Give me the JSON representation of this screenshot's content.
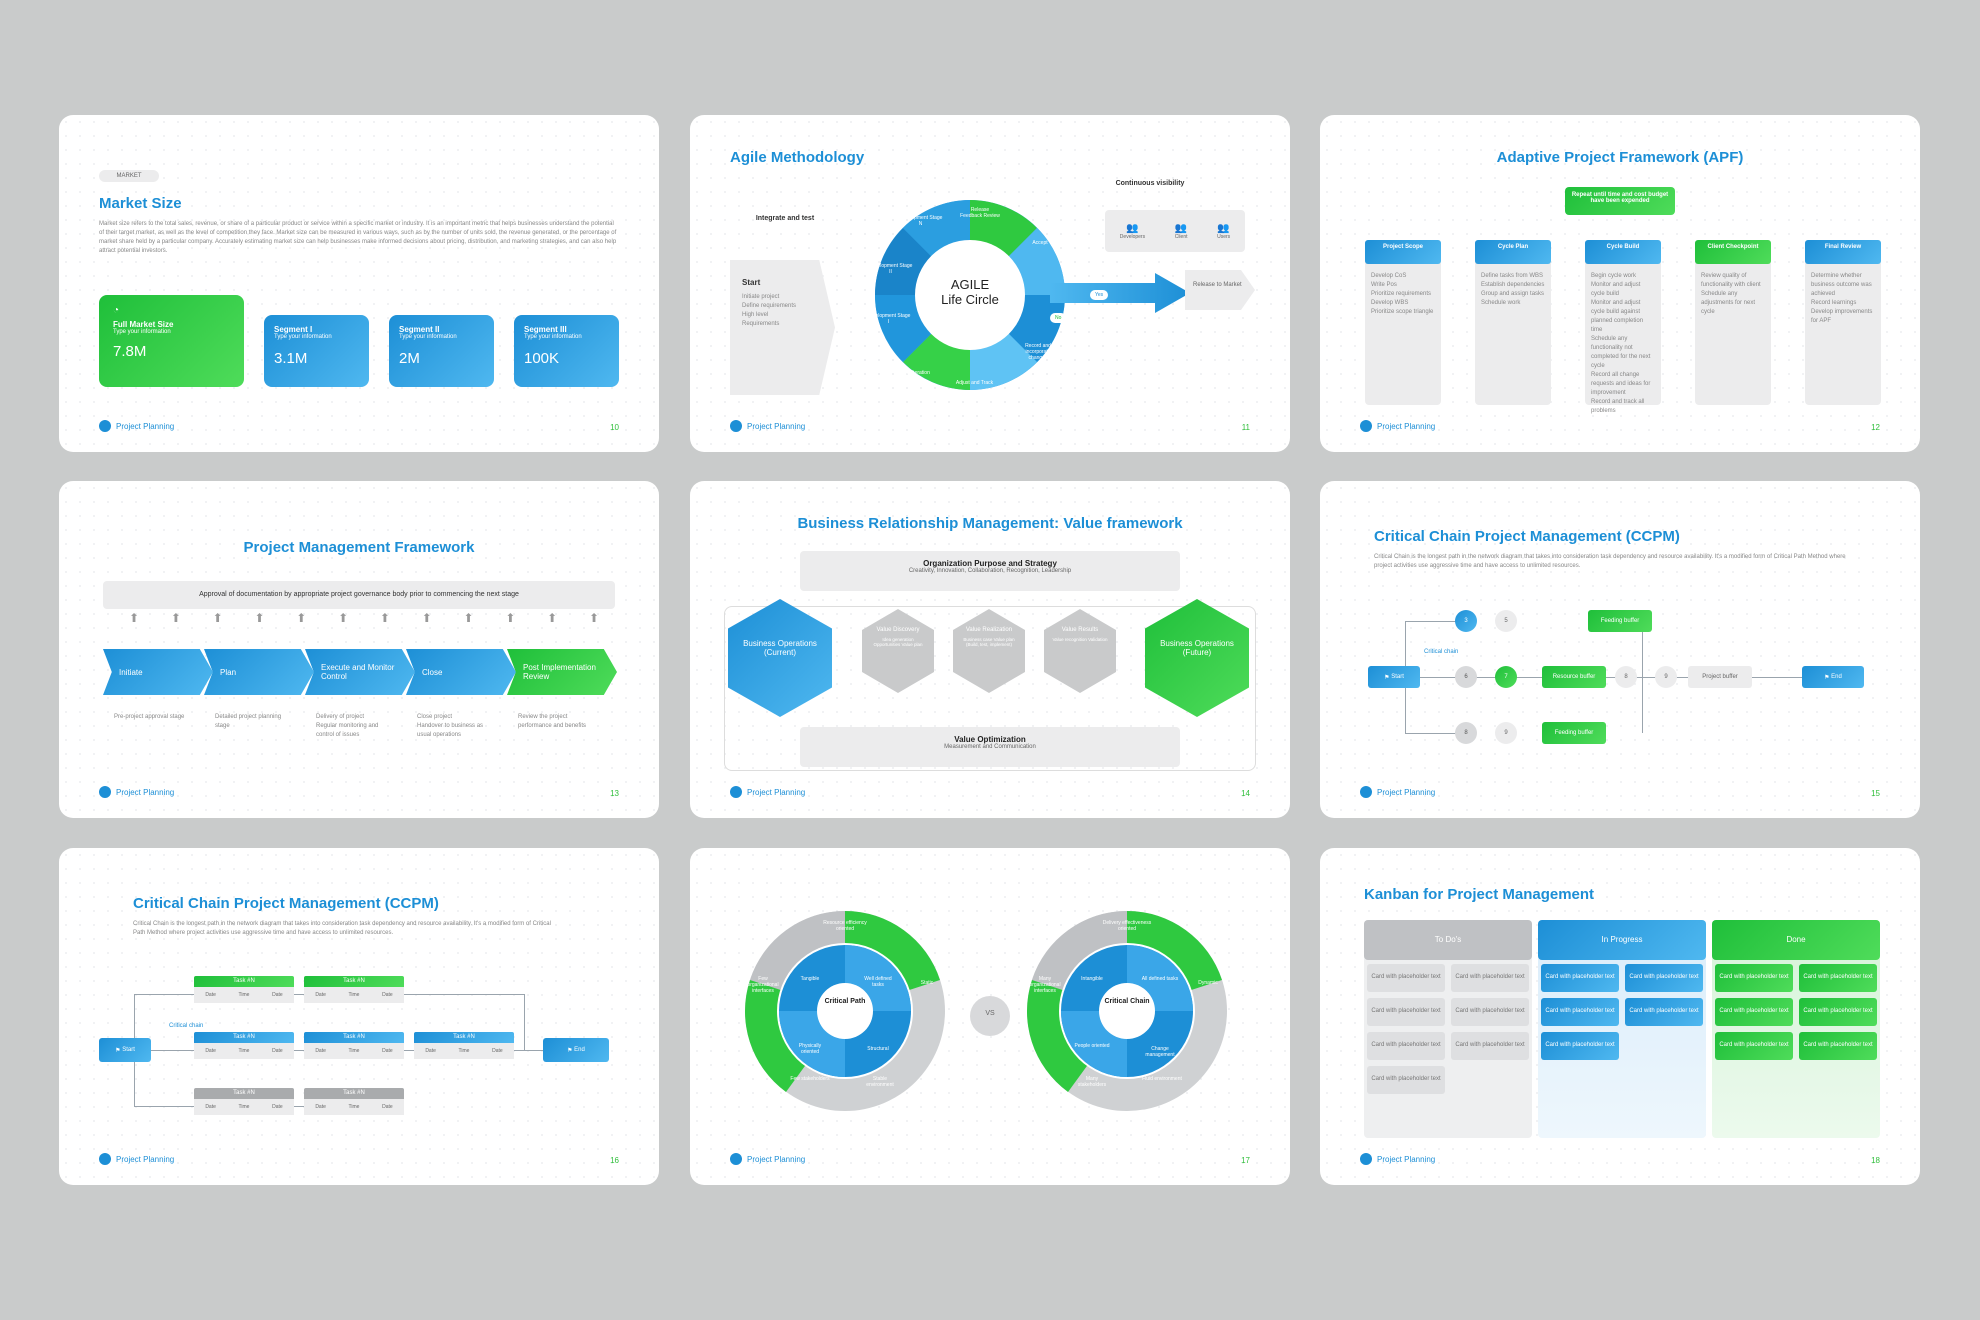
{
  "common": {
    "footer": "Project Planning"
  },
  "s1": {
    "page": "10",
    "badge": "MARKET",
    "title": "Market Size",
    "body": "Market size refers to the total sales, revenue, or share of a particular product or service within a specific market or industry. It is an important metric that helps businesses understand the potential of their target market, as well as the level of competition they face. Market size can be measured in various ways, such as by the number of units sold, the revenue generated, or the percentage of market share held by a particular company. Accurately estimating market size can help businesses make informed decisions about pricing, distribution, and marketing strategies, and can also help attract potential investors.",
    "cards": [
      {
        "label": "Full Market Size",
        "sub": "Type your information",
        "value": "7.8M"
      },
      {
        "label": "Segment I",
        "sub": "Type your information",
        "value": "3.1M"
      },
      {
        "label": "Segment II",
        "sub": "Type your information",
        "value": "2M"
      },
      {
        "label": "Segment III",
        "sub": "Type your information",
        "value": "100K"
      }
    ]
  },
  "s2": {
    "page": "11",
    "title": "Agile Methodology",
    "center1": "AGILE",
    "center2": "Life Circle",
    "start": "Start",
    "start_items": [
      "Initiate project",
      "Define requirements",
      "High level",
      "Requirements"
    ],
    "integrate": "Integrate and test",
    "continuous": "Continuous visibility",
    "people": [
      "Developers",
      "Client",
      "Users"
    ],
    "segments": [
      "Release Feedback Review",
      "Accept",
      "Record and incorporate changes",
      "Adjust and Track",
      "Next Iteration",
      "Development Stage I",
      "Development Stage II",
      "Development Stage N"
    ],
    "yes": "Yes",
    "no": "No",
    "release": "Release to Market"
  },
  "s3": {
    "page": "12",
    "title": "Adaptive Project Framework (APF)",
    "repeat": "Repeat until time and cost budget have been expended",
    "cols": [
      {
        "head": "Project Scope",
        "items": [
          "Develop CoS",
          "Write Pos",
          "Prioritize requirements",
          "Develop WBS",
          "Prioritize scope triangle"
        ]
      },
      {
        "head": "Cycle Plan",
        "items": [
          "Define tasks from WBS",
          "Establish dependencies",
          "Group and assign tasks",
          "Schedule work"
        ]
      },
      {
        "head": "Cycle Build",
        "items": [
          "Begin cycle work",
          "Monitor and adjust cycle build",
          "Monitor and adjust cycle build against planned completion time",
          "Schedule any functionality not completed for the next cycle",
          "Record all change requests and ideas for improvement",
          "Record and track all problems"
        ]
      },
      {
        "head": "Client Checkpoint",
        "items": [
          "Review quality of functionality with client",
          "Schedule any adjustments for next cycle"
        ]
      },
      {
        "head": "Final Review",
        "items": [
          "Determine whether business outcome was achieved",
          "Record learnings",
          "Develop improvements for APF"
        ]
      }
    ]
  },
  "s4": {
    "page": "13",
    "title": "Project Management Framework",
    "banner": "Approval of documentation by appropriate project governance body prior to commencing the next stage",
    "stages": [
      "Initiate",
      "Plan",
      "Execute and Monitor Control",
      "Close",
      "Post Implementation Review"
    ],
    "notes": [
      [
        "Pre-project approval stage"
      ],
      [
        "Detailed project planning stage"
      ],
      [
        "Delivery of project",
        "Regular monitoring and control of issues"
      ],
      [
        "Close project",
        "Handover to business as usual operations"
      ],
      [
        "Review the project performance and benefits"
      ]
    ]
  },
  "s5": {
    "page": "14",
    "title": "Business Relationship Management: Value framework",
    "top": "Organization Purpose and Strategy",
    "top_sub": "Creativity, Innovation, Collaboration, Recognition, Leadership",
    "left": "Business Operations (Current)",
    "right": "Business Operations (Future)",
    "mids": [
      {
        "h": "Value Discovery",
        "s": "Idea generation Opportunities Value plan"
      },
      {
        "h": "Value Realization",
        "s": "Business case Value plan (Build, test, implement)"
      },
      {
        "h": "Value Results",
        "s": "Value recognition Validation"
      }
    ],
    "bottom": "Value Optimization",
    "bottom_sub": "Measurement and Communication"
  },
  "s6": {
    "page": "15",
    "title": "Critical Chain Project Management (CCPM)",
    "body": "Critical Chain is the longest path in the network diagram that takes into consideration task dependency and resource availability. It's a modified form of Critical Path Method where project activities use aggressive time and have access to unlimited resources.",
    "start": "Start",
    "end": "End",
    "critical": "Critical chain",
    "feeding": "Feeding buffer",
    "resource": "Resource buffer",
    "project": "Project buffer",
    "n1": "3",
    "n2": "5",
    "n3": "6",
    "n4": "7",
    "n5": "8",
    "n6": "9"
  },
  "s7": {
    "page": "16",
    "title": "Critical Chain Project Management (CCPM)",
    "body": "Critical Chain is the longest path in the network diagram that takes into consideration task dependency and resource availability. It's a modified form of Critical Path Method where project activities use aggressive time and have access to unlimited resources.",
    "start": "Start",
    "end": "End",
    "critical": "Critical chain",
    "task": "Task #N",
    "cells": [
      "Date",
      "Time",
      "Date"
    ]
  },
  "s8": {
    "page": "17",
    "vs": "VS",
    "left": {
      "center": "Critical Path",
      "inner": [
        "Tangible",
        "Well defined tasks",
        "Structural",
        "Physically oriented"
      ],
      "outer": [
        "Resource efficiency oriented",
        "Static",
        "Stable environment",
        "Few stakeholders",
        "Few organizational interfaces"
      ]
    },
    "right": {
      "center": "Critical Chain",
      "inner": [
        "Intangible",
        "All defined tasks",
        "Change management",
        "People oriented"
      ],
      "outer": [
        "Delivery effectiveness oriented",
        "Dynamic",
        "Fluid environment",
        "Many stakeholders",
        "Many organizational interfaces"
      ]
    }
  },
  "s9": {
    "page": "18",
    "title": "Kanban for Project Management",
    "cols": [
      "To Do's",
      "In Progress",
      "Done"
    ],
    "card": "Card with placeholder text"
  }
}
